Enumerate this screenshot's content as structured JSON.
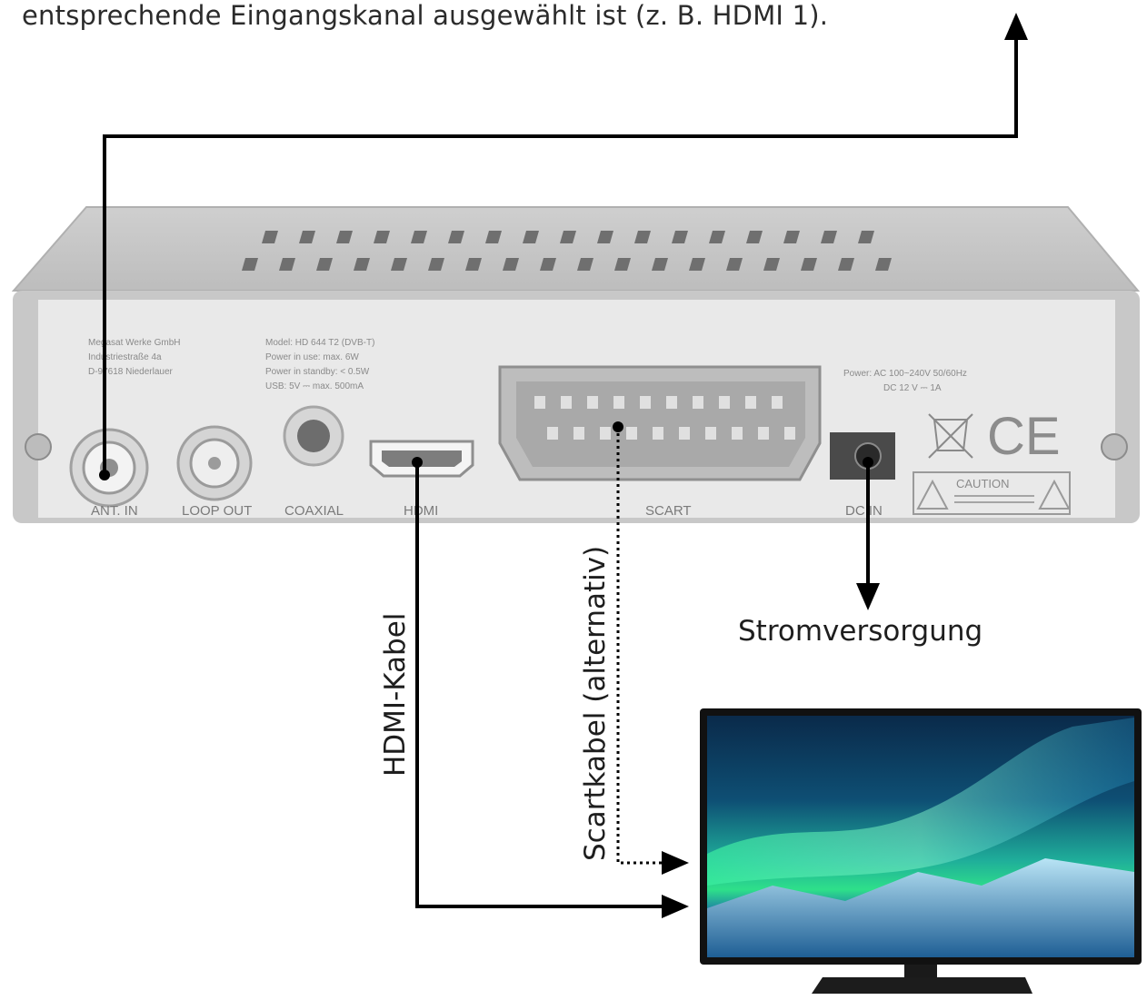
{
  "intro_text": "entsprechende Eingangskanal ausgewählt ist (z. B. HDMI 1).",
  "receiver": {
    "sticker_left": [
      "Megasat Werke GmbH",
      "Industriestraße 4a",
      "D-97618 Niederlauer"
    ],
    "sticker_model": [
      "Model: HD 644 T2 (DVB-T)",
      "Power in use: max. 6W",
      "Power in standby: < 0.5W",
      "USB: 5V ⎓ max. 500mA"
    ],
    "sticker_power": [
      "Power: AC 100~240V  50/60Hz",
      "DC 12 V ⎓ 1A"
    ],
    "ce_mark": "CE",
    "caution": "CAUTION",
    "ports": {
      "ant_in": "ANT. IN",
      "loop_out": "LOOP OUT",
      "coaxial": "COAXIAL",
      "hdmi": "HDMI",
      "scart": "SCART",
      "dc_in": "DC IN"
    }
  },
  "labels": {
    "hdmi_cable": "HDMI-Kabel",
    "scart_cable": "Scartkabel (alternativ)",
    "power": "Stromversorgung"
  },
  "colors": {
    "arrow": "#000000",
    "receiver_body": "#d9d9d9",
    "receiver_top": "#c9c9c9",
    "tv_frame": "#111111"
  }
}
